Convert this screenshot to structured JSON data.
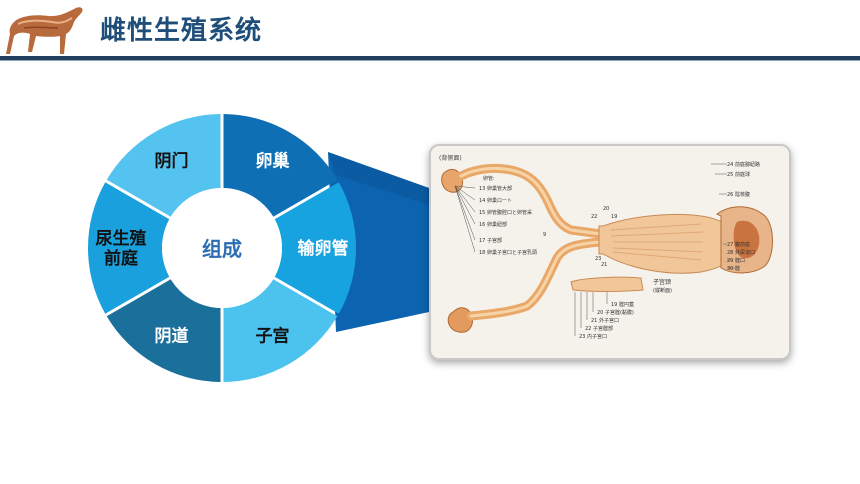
{
  "header": {
    "title": "雌性生殖系统"
  },
  "diagram": {
    "center_label": "组成",
    "segments": [
      {
        "label": "卵巢",
        "color": "#0f6fb5",
        "text_color": "#ffffff"
      },
      {
        "label": "输卵管",
        "color": "#17a2e0",
        "text_color": "#ffffff"
      },
      {
        "label": "子宫",
        "color": "#4cc3ee",
        "text_color": "#111111"
      },
      {
        "label": "阴道",
        "color": "#1a6f9b",
        "text_color": "#ffffff"
      },
      {
        "label": "尿生殖\n前庭",
        "color": "#1aa0dc",
        "text_color": "#111111"
      },
      {
        "label": "阴门",
        "color": "#55c3ef",
        "text_color": "#111111"
      }
    ]
  },
  "figure": {
    "corner_label": "(背侧面)",
    "left_labels": [
      {
        "num": "13",
        "text": "卵巢管大部"
      },
      {
        "num": "14",
        "text": "卵巢ロート"
      },
      {
        "num": "15",
        "text": "卵管腹腔口と卵管采"
      },
      {
        "num": "16",
        "text": "卵巢紐部"
      },
      {
        "num": "17",
        "text": "子宫部"
      },
      {
        "num": "18",
        "text": "卵巢子宫口と子宫乳頭"
      }
    ],
    "right_labels": [
      {
        "num": "24",
        "text": "前庭腺紐路"
      },
      {
        "num": "25",
        "text": "前庭球"
      },
      {
        "num": "26",
        "text": "陰核腹"
      },
      {
        "num": "27",
        "text": "腹前庭"
      },
      {
        "num": "28",
        "text": "外尿道口"
      },
      {
        "num": "29",
        "text": "腟口"
      },
      {
        "num": "30",
        "text": "腟"
      }
    ],
    "mid_labels": [
      {
        "num": "22",
        "text": ""
      },
      {
        "num": "20",
        "text": ""
      },
      {
        "num": "19",
        "text": ""
      },
      {
        "num": "23",
        "text": ""
      },
      {
        "num": "21",
        "text": ""
      },
      {
        "num": "9",
        "text": ""
      }
    ],
    "bottom_labels": [
      {
        "num": "19",
        "text": "腟円蓋"
      },
      {
        "num": "20",
        "text": "子宫腟(黏膜)"
      },
      {
        "num": "21",
        "text": "外子宫口"
      },
      {
        "num": "22",
        "text": "子宫腟部"
      },
      {
        "num": "23",
        "text": "内子宫口"
      }
    ],
    "inset_title": "子宫颈",
    "inset_subtitle": "(縦断面)",
    "header_marker": "卵管:"
  }
}
